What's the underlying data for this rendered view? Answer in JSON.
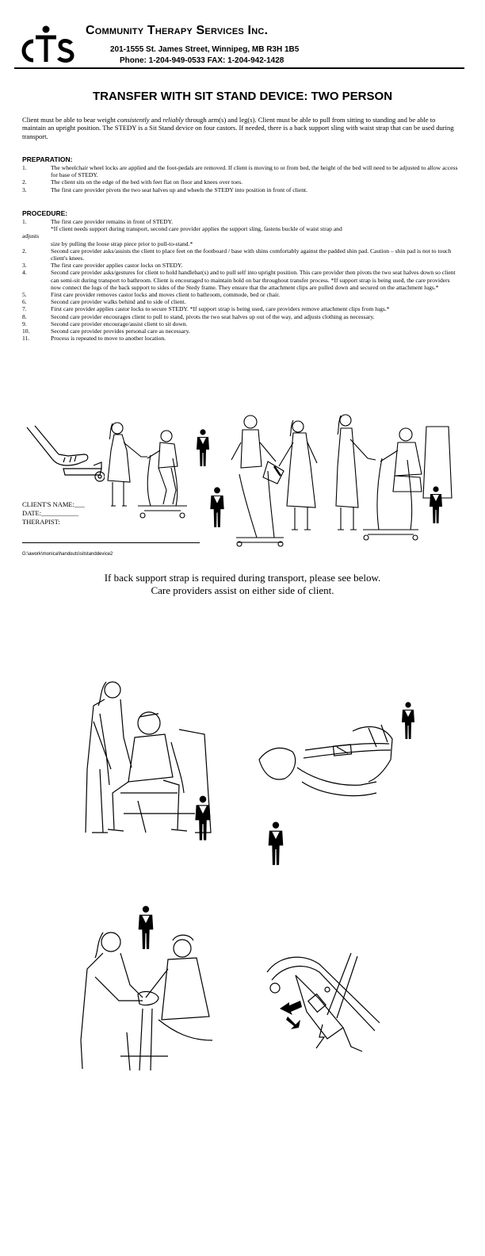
{
  "header": {
    "logo_text": "CTS",
    "company": "Community Therapy Services Inc.",
    "address": "201-1555 St. James Street, Winnipeg, MB  R3H 1B5",
    "phone": "Phone: 1-204-949-0533  FAX:  1-204-942-1428"
  },
  "title": "TRANSFER WITH SIT STAND DEVICE: TWO PERSON",
  "intro": {
    "t1": "Client must be able to bear weight ",
    "em1": "consistently",
    "t2": " and ",
    "em2": "reliably",
    "t3": " through arm(s) and leg(s).  Client must be able to pull from sitting to standing and be able to maintain an upright position.  The STEDY is a Sit Stand device on four castors.  If needed, there is a back support sling with waist strap that can be used during transport."
  },
  "preparation": {
    "heading": "PREPARATION:",
    "items": [
      {
        "n": "1.",
        "text": "The wheelchair wheel locks are applied and the foot-pedals are removed.  If client is moving to or from bed, the height of the bed will need to be adjusted to allow access for base of  STEDY."
      },
      {
        "n": "2.",
        "text": "The client sits on the edge of the bed with feet flat on floor and knees over toes."
      },
      {
        "n": "3.",
        "text": "The first care provider pivots the two seat halves up and wheels the STEDY into position in front of client."
      }
    ]
  },
  "procedure": {
    "heading": "PROCEDURE:",
    "item1": {
      "n": "1.",
      "text": "The first care provider remains in front of STEDY."
    },
    "note1a": "*If client needs support during transport, second care provider applies the support sling, fastens buckle of waist strap and",
    "note1b": "adjusts",
    "note1c": "size by pulling the loose strap piece prior to pull-to-stand.*",
    "items": [
      {
        "n": "2.",
        "text": "Second care provider asks/assists the client to place feet on the footboard / base with shins comfortably against the padded shin pad.  Caution – shin pad is not to touch client's knees."
      },
      {
        "n": "3.",
        "text": "The first care provider applies castor locks on STEDY."
      },
      {
        "n": "4.",
        "text": "Second care provider asks/gestures for client to hold handlebar(s) and to pull self into upright position.  This care provider then pivots the two seat halves down so client can semi-sit during transport to bathroom.  Client is encouraged to maintain hold on bar throughout transfer process.  *If support strap is being used, the care providers now connect the lugs of the back support to sides of the Stedy frame.  They ensure that the attachment clips are pulled down and secured on the attachment lugs.*"
      },
      {
        "n": "5.",
        "text": "First care provider removes castor locks and moves client to bathroom, commode, bed or chair."
      },
      {
        "n": "6.",
        "text": "Second care provider walks behind and to side of client."
      },
      {
        "n": "7.",
        "text": "First care provider applies castor locks to secure STEDY.  *If support strap is being used, care providers remove attachment clips from lugs.*"
      },
      {
        "n": "8.",
        "text": "Second care provider encourages client to pull to stand, pivots the two seat halves up out of the way, and adjusts clothing as necessary."
      },
      {
        "n": "9.",
        "text": "Second care provider encourage/assist client to sit down."
      },
      {
        "n": "10.",
        "text": "Second care provider provides personal care as necessary."
      },
      {
        "n": "11.",
        "text": "Process is repeated to move to another location."
      }
    ]
  },
  "signature": {
    "client": "CLIENT'S NAME:___",
    "date": "DATE:___________",
    "therapist": "THERAPIST:"
  },
  "file_path": "G:\\awork\\monica\\handouts\\sitstanddevice2",
  "note": {
    "line1": "If back support strap is required during transport, please see below.",
    "line2": "Care providers assist on either side of client."
  }
}
